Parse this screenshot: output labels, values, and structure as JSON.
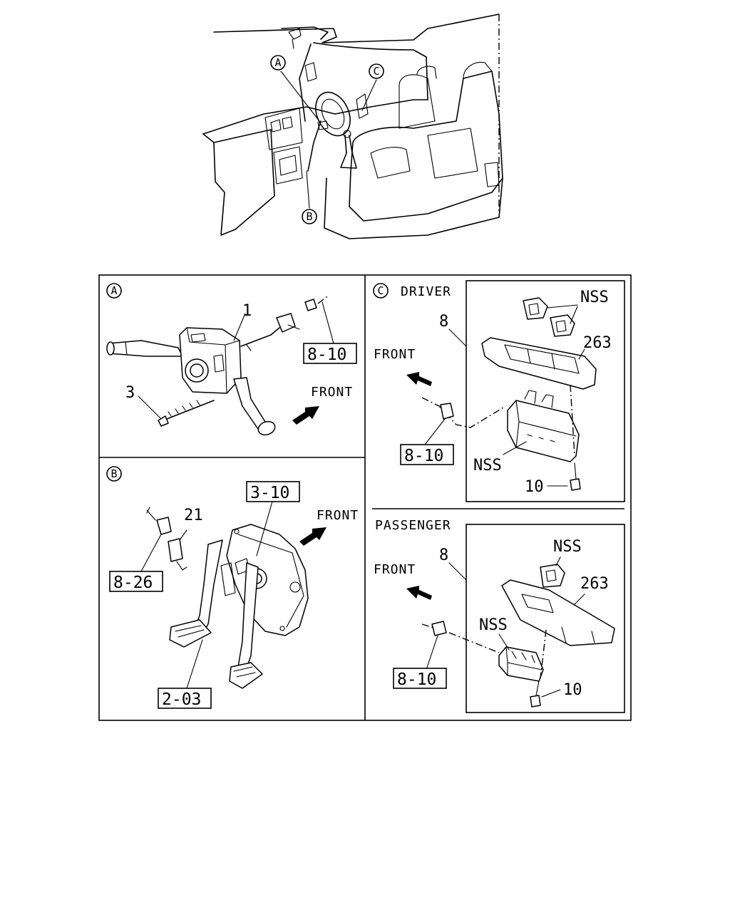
{
  "overview": {
    "callouts": [
      "A",
      "B",
      "C"
    ]
  },
  "panel_a": {
    "tag": "A",
    "front_label": "FRONT",
    "part_1": "1",
    "part_3": "3",
    "ref": "8-10"
  },
  "panel_b": {
    "tag": "B",
    "front_label": "FRONT",
    "part_21": "21",
    "ref_top": "3-10",
    "ref_left": "8-26",
    "ref_bottom": "2-03"
  },
  "panel_c": {
    "tag": "C",
    "driver": {
      "header": "DRIVER",
      "front_label": "FRONT",
      "part_8": "8",
      "nss_top": "NSS",
      "part_263": "263",
      "nss_bottom": "NSS",
      "part_10": "10",
      "ref": "8-10"
    },
    "passenger": {
      "header": "PASSENGER",
      "front_label": "FRONT",
      "part_8": "8",
      "nss_top": "NSS",
      "part_263": "263",
      "nss_bottom": "NSS",
      "part_10": "10",
      "ref": "8-10"
    }
  }
}
